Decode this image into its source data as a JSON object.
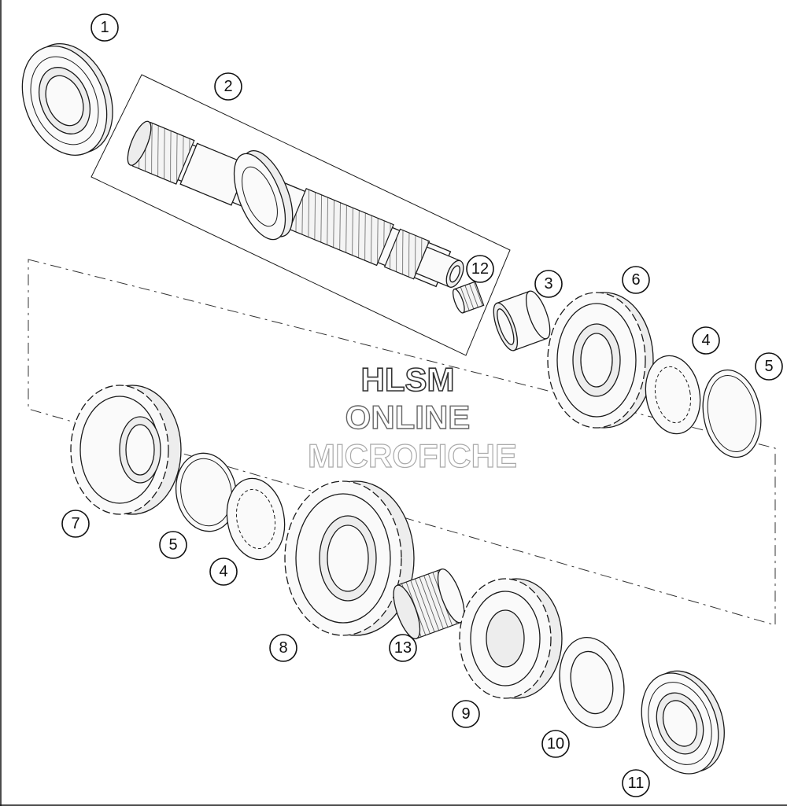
{
  "callouts": [
    {
      "id": "1",
      "label": "1"
    },
    {
      "id": "2",
      "label": "2"
    },
    {
      "id": "12",
      "label": "12"
    },
    {
      "id": "3",
      "label": "3"
    },
    {
      "id": "6",
      "label": "6"
    },
    {
      "id": "4a",
      "label": "4"
    },
    {
      "id": "5a",
      "label": "5"
    },
    {
      "id": "7",
      "label": "7"
    },
    {
      "id": "5b",
      "label": "5"
    },
    {
      "id": "4b",
      "label": "4"
    },
    {
      "id": "8",
      "label": "8"
    },
    {
      "id": "13",
      "label": "13"
    },
    {
      "id": "9",
      "label": "9"
    },
    {
      "id": "10",
      "label": "10"
    },
    {
      "id": "11",
      "label": "11"
    }
  ],
  "watermark": {
    "line1": "HLSM",
    "line2": "ONLINE",
    "line3": "MICROFICHE"
  },
  "colors": {
    "line": "#1a1a1a",
    "background": "#ffffff"
  }
}
